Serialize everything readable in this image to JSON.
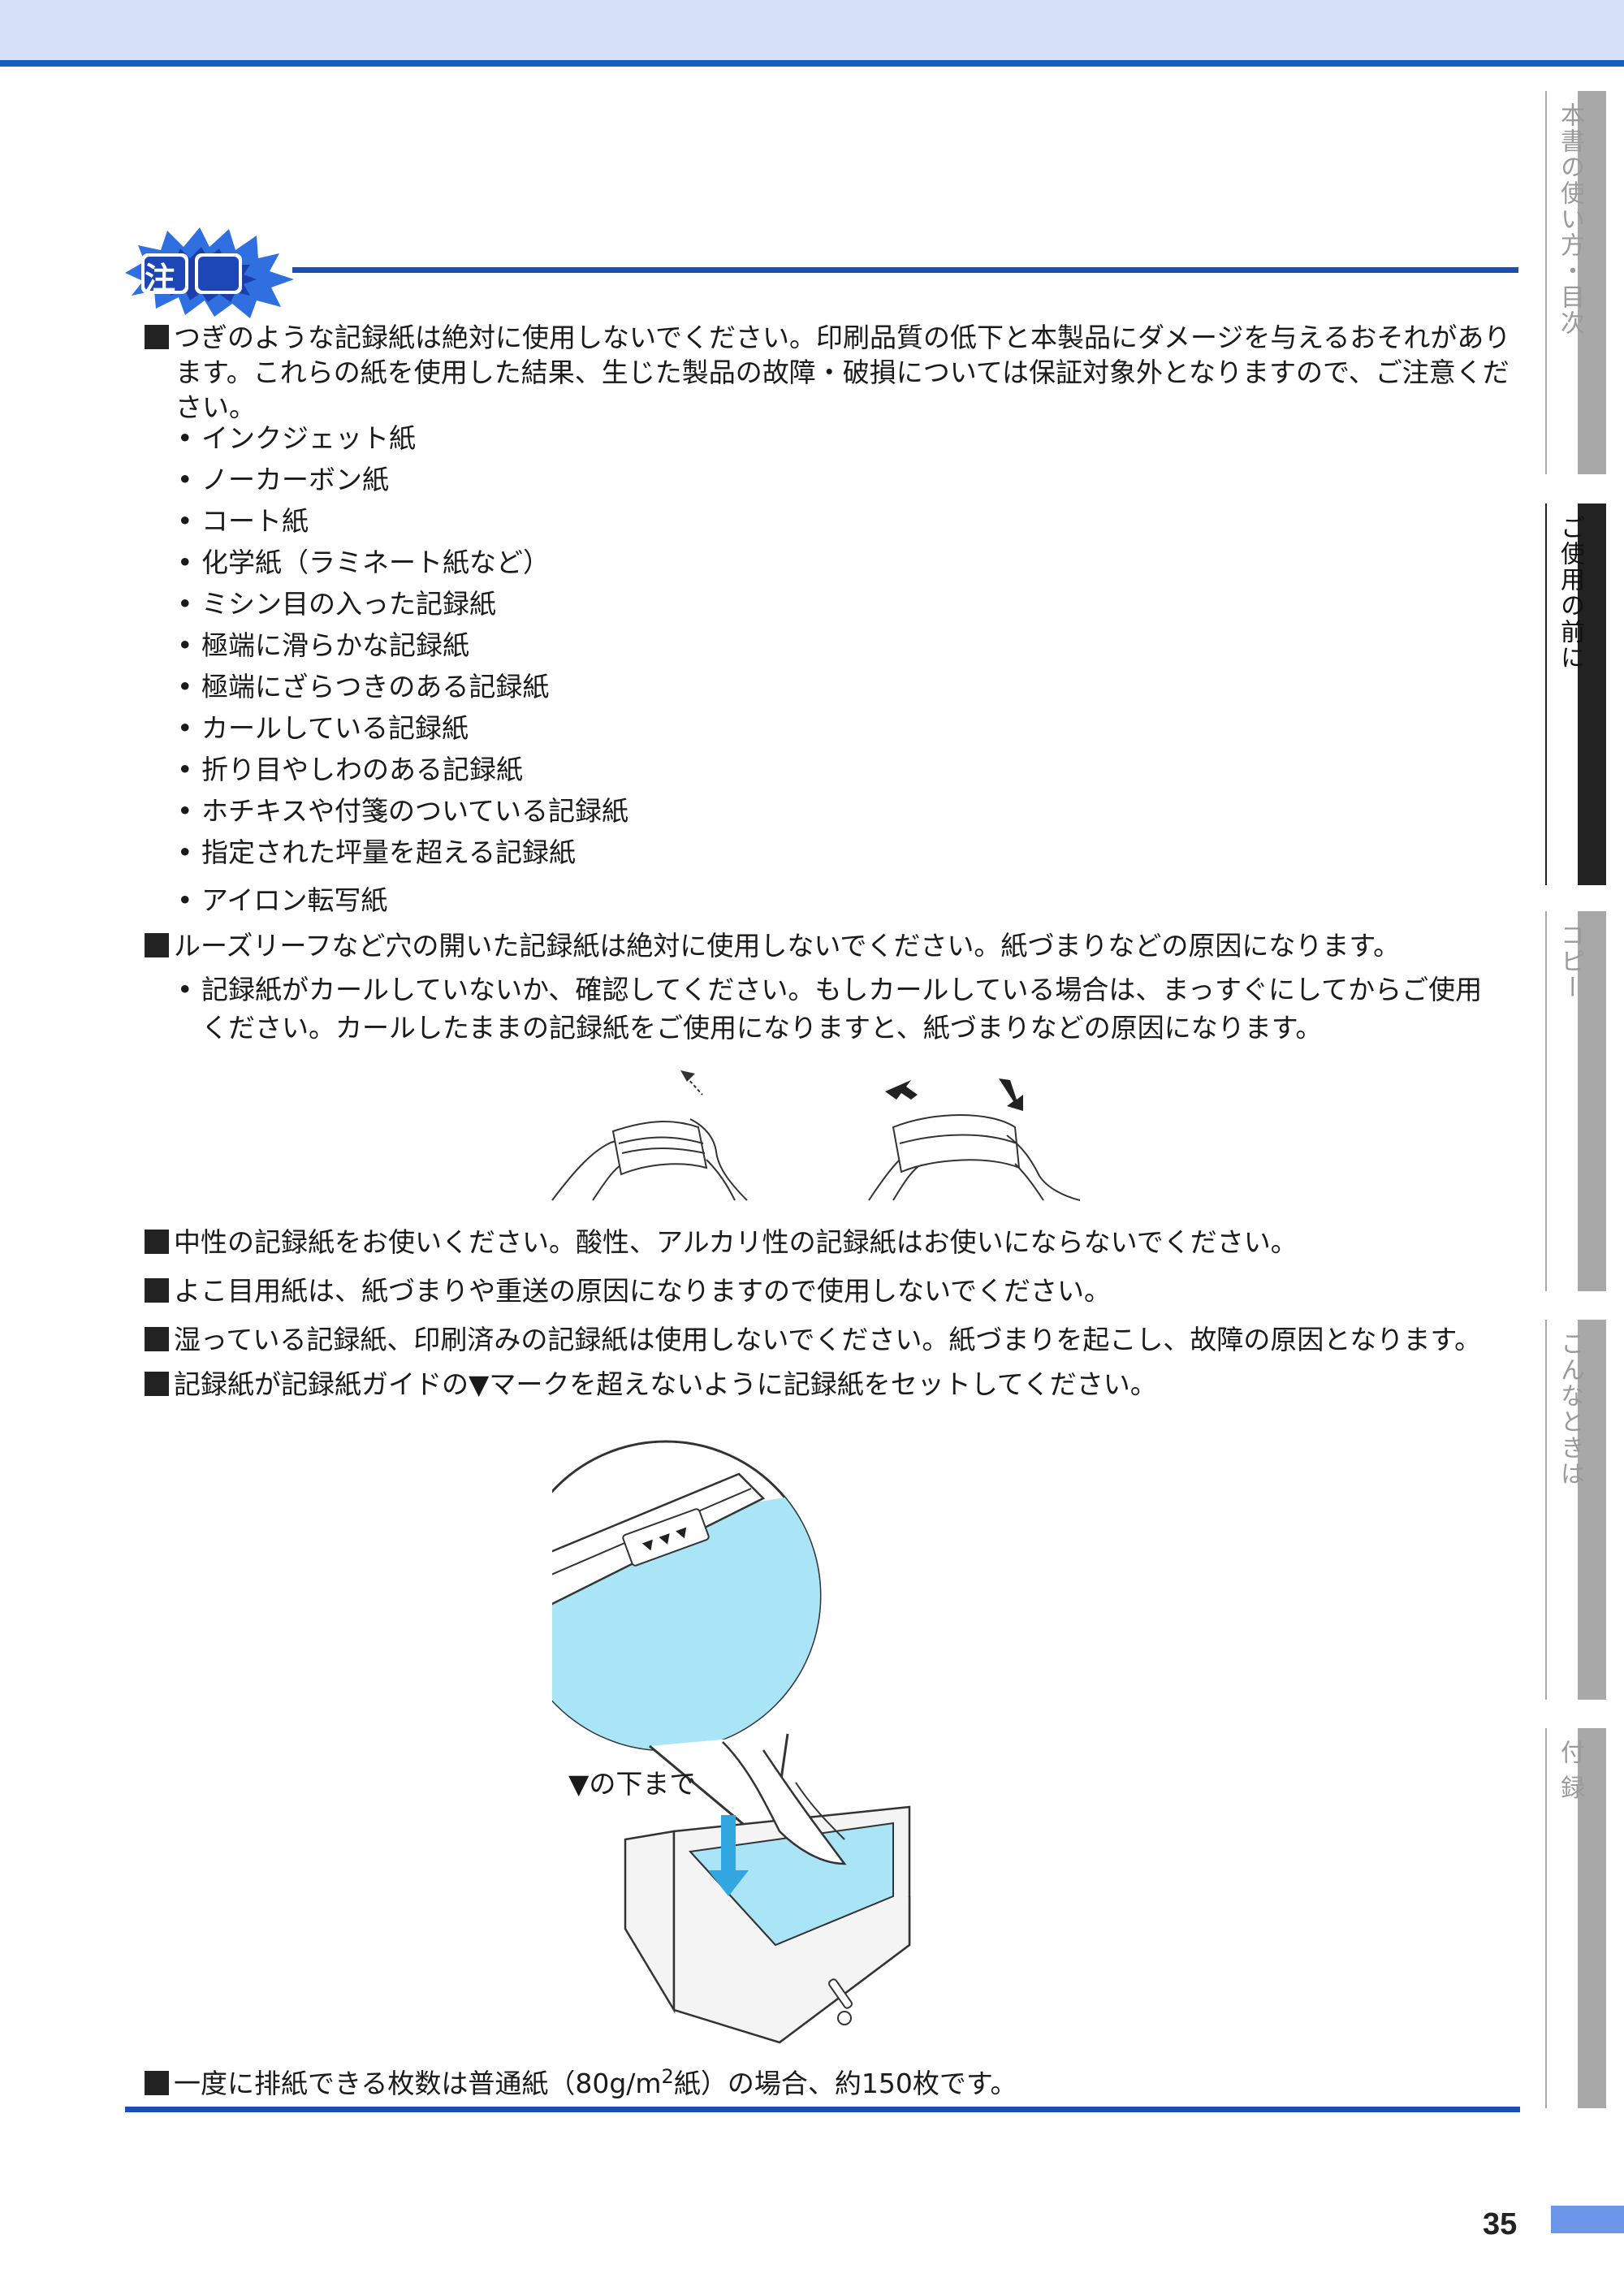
{
  "side_tabs": [
    {
      "label": "本書の使い方・目次",
      "active": false
    },
    {
      "label": "ご使用の前に",
      "active": true
    },
    {
      "label": "コピー",
      "active": false
    },
    {
      "label": "こんなときは",
      "active": false
    },
    {
      "label": "付 録",
      "active": false
    }
  ],
  "caution": {
    "badge": "注意",
    "paragraph1": "つぎのような記録紙は絶対に使用しないでください。印刷品質の低下と本製品にダメージを与えるおそれがあります。これらの紙を使用した結果、生じた製品の故障・破損については保証対象外となりますので、ご注意ください。",
    "bullets": [
      "インクジェット紙",
      "ノーカーボン紙",
      "コート紙",
      "化学紙（ラミネート紙など）",
      "ミシン目の入った記録紙",
      "極端に滑らかな記録紙",
      "極端にざらつきのある記録紙",
      "カールしている記録紙",
      "折り目やしわのある記録紙",
      "ホチキスや付箋のついている記録紙",
      "指定された坪量を超える記録紙",
      "アイロン転写紙"
    ],
    "paragraph2": "ルーズリーフなど穴の開いた記録紙は絶対に使用しないでください。紙づまりなどの原因になります。",
    "sub_bullet": "記録紙がカールしていないか、確認してください。もしカールしている場合は、まっすぐにしてからご使用ください。カールしたままの記録紙をご使用になりますと、紙づまりなどの原因になります。",
    "paragraph3": "中性の記録紙をお使いください。酸性、アルカリ性の記録紙はお使いにならないでください。",
    "paragraph4": "よこ目用紙は、紙づまりや重送の原因になりますので使用しないでください。",
    "paragraph5": "湿っている記録紙、印刷済みの記録紙は使用しないでください。紙づまりを起こし、故障の原因となります。",
    "paragraph6": "記録紙が記録紙ガイドの▼マークを超えないように記録紙をセットしてください。",
    "figure_caption": "▼の下まで",
    "paragraph7_pre": "一度に排紙できる枚数は普通紙（80g/m",
    "paragraph7_sup": "2",
    "paragraph7_post": "紙）の場合、約150枚です。"
  },
  "page_number": "35",
  "colors": {
    "header_bg": "#d6e1fa",
    "accent_blue": "#1a4fb8",
    "paper_blue": "#a9e4f7",
    "page_bar": "#6b96ea",
    "tab_active": "#222222",
    "tab_inactive": "#a8a8a8"
  }
}
